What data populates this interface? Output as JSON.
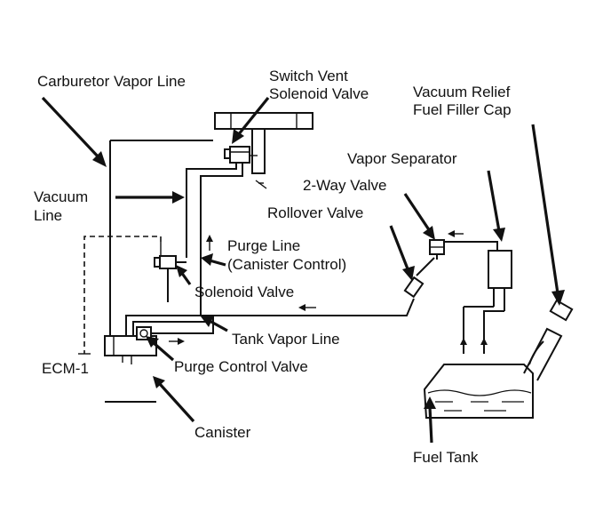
{
  "labels": {
    "carburetor_vapor_line": "Carburetor Vapor Line",
    "switch_vent_line1": "Switch Vent",
    "switch_vent_line2": "Solenoid Valve",
    "vacuum_relief_line1": "Vacuum Relief",
    "vacuum_relief_line2": "Fuel Filler Cap",
    "vapor_separator": "Vapor Separator",
    "two_way_valve": "2-Way Valve",
    "vacuum_line1": "Vacuum",
    "vacuum_line2": "Line",
    "rollover_valve": "Rollover Valve",
    "purge_line1": "Purge Line",
    "purge_line2": "(Canister Control)",
    "solenoid_valve": "Solenoid Valve",
    "tank_vapor_line": "Tank Vapor Line",
    "ecm": "ECM-1",
    "purge_control_valve": "Purge Control Valve",
    "canister": "Canister",
    "fuel_tank": "Fuel Tank"
  }
}
